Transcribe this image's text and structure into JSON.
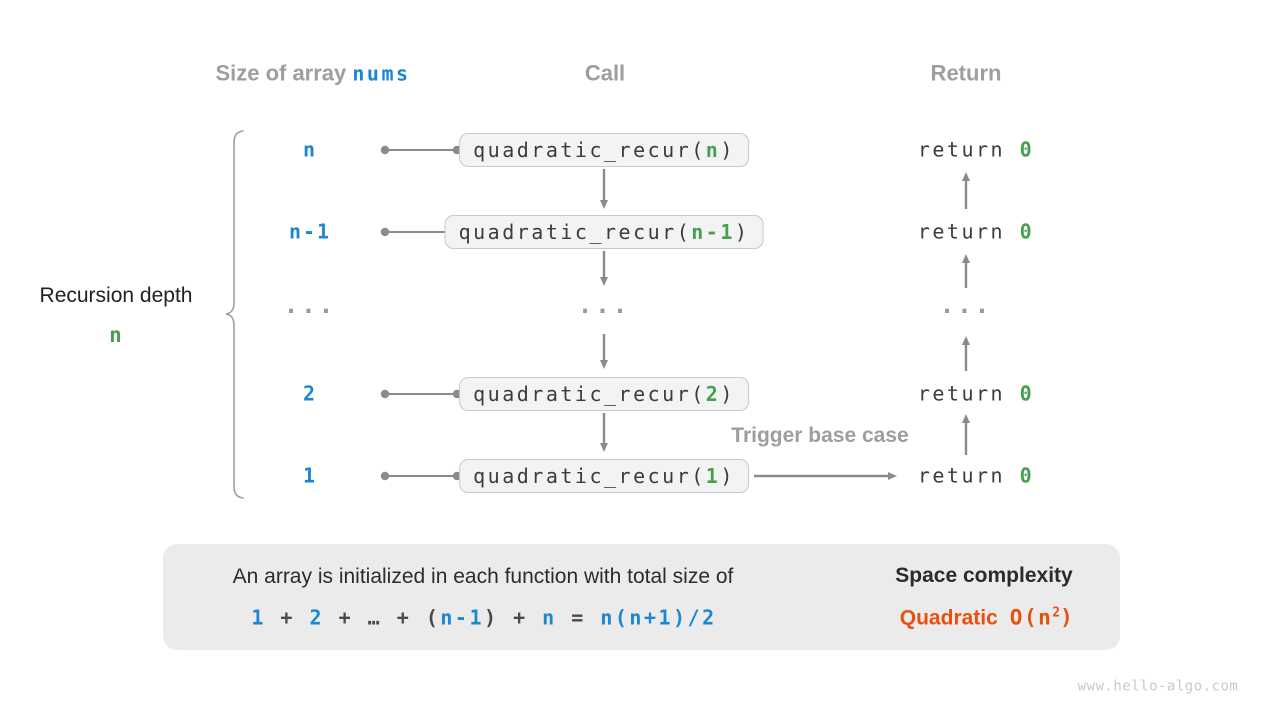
{
  "colors": {
    "blue": "#1c86d1",
    "green": "#47a04e",
    "orange": "#e8500e",
    "gray_heading": "#9e9e9e",
    "arrow": "#8b8b8b",
    "code_text": "#3c3c3c",
    "box_fill": "#f3f3f3",
    "box_border": "#c9c9c9",
    "summary_bg": "#ebebeb",
    "block_arrow": "#bdbdbd",
    "watermark": "#c9c9c9",
    "text_dark": "#2c2c2c"
  },
  "headers": {
    "size_prefix": "Size of array ",
    "size_code": "nums",
    "call": "Call",
    "return": "Return"
  },
  "recursion_depth": {
    "label": "Recursion depth",
    "value": "n"
  },
  "rows": [
    {
      "size": "n",
      "call_prefix": "quadratic_recur(",
      "call_arg": "n",
      "call_suffix": ")",
      "ret_prefix": "return ",
      "ret_value": "0"
    },
    {
      "size": "n-1",
      "call_prefix": "quadratic_recur(",
      "call_arg": "n-1",
      "call_suffix": ")",
      "ret_prefix": "return ",
      "ret_value": "0"
    },
    {
      "size": "2",
      "call_prefix": "quadratic_recur(",
      "call_arg": "2",
      "call_suffix": ")",
      "ret_prefix": "return ",
      "ret_value": "0"
    },
    {
      "size": "1",
      "call_prefix": "quadratic_recur(",
      "call_arg": "1",
      "call_suffix": ")",
      "ret_prefix": "return ",
      "ret_value": "0"
    }
  ],
  "ellipsis": {
    "size": "...",
    "call": "...",
    "return": "..."
  },
  "trigger_label": "Trigger base case",
  "summary": {
    "line1": "An array is initialized in each function with total size of",
    "formula_segments": [
      {
        "t": "1",
        "c": "blue"
      },
      {
        "t": " + ",
        "c": "dark"
      },
      {
        "t": "2",
        "c": "blue"
      },
      {
        "t": " + … + (",
        "c": "dark"
      },
      {
        "t": "n-1",
        "c": "blue"
      },
      {
        "t": ") + ",
        "c": "dark"
      },
      {
        "t": "n",
        "c": "blue"
      },
      {
        "t": " = ",
        "c": "dark"
      },
      {
        "t": "n(n+1)/2",
        "c": "blue"
      }
    ],
    "right_title": "Space complexity",
    "right_name": "Quadratic",
    "right_big_o_open": "O(n",
    "right_exponent": "2",
    "right_big_o_close": ")"
  },
  "watermark": "www.hello-algo.com"
}
